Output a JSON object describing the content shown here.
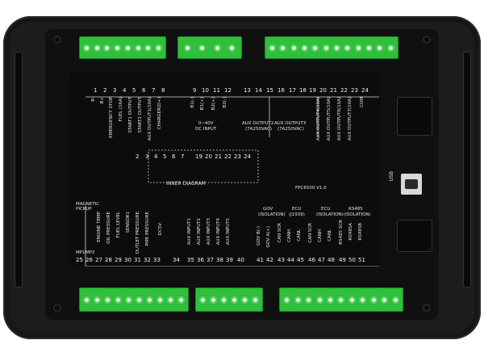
{
  "top_terminals": [
    "1",
    "2",
    "3",
    "4",
    "5",
    "6",
    "7",
    "8",
    "9",
    "10",
    "11",
    "12",
    "13",
    "14",
    "15",
    "16",
    "17",
    "18",
    "19",
    "20",
    "21",
    "22",
    "23",
    "24"
  ],
  "top_labels": [
    "B-",
    "B+",
    "EMERGENCY STOP",
    "FUEL (16A)",
    "START1 OUTPUT",
    "START2 OUTPUT",
    "AUX OUTPUT1(10A)",
    "CHARGER(D+)",
    "B1(-)",
    "B1(+)",
    "B2(+)",
    "B2(-)",
    "AUX OUTPUT2",
    "(7A250VAC)",
    "AUX OUTPUT3",
    "(7A250VAC)",
    "AUX OUTPUT4(10A)",
    "AUX OUTPUT5(10A)",
    "AUX OUTPUT6(10A)",
    "AUX OUTPUT7(10A)",
    "COM"
  ],
  "dc_input": "0~40V\nDC INPUT",
  "inner_diagram": {
    "title": "INNER DIAGRAM",
    "left": [
      "2",
      "3",
      "4",
      "5",
      "6",
      "7"
    ],
    "right": [
      "19",
      "20",
      "21",
      "22",
      "23",
      "24"
    ]
  },
  "model": "FPC6500 V1.0",
  "bottom_terminals": [
    "25",
    "26",
    "27",
    "28",
    "29",
    "30",
    "31",
    "32",
    "33",
    "34",
    "35",
    "36",
    "37",
    "38",
    "39",
    "40",
    "41",
    "42",
    "43",
    "44",
    "45",
    "46",
    "47",
    "48",
    "49",
    "50",
    "51"
  ],
  "bottom_labels": [
    "MAGNETIC PICKUP",
    "MP1",
    "MP2",
    "ENGINE TEMP",
    "OIL PRESSURE",
    "FUEL LEVEL",
    "SENSOR1",
    "OUTLET PRESSURE",
    "PIPE PRESSURE",
    "DC5V",
    "AUX INPUT1",
    "AUX INPUT2",
    "AUX INPUT3",
    "AUX INPUT4",
    "AUX INPUT5",
    "GOV B(-)",
    "GOV A(+)",
    "CAN SCR",
    "CANH",
    "CANL",
    "CAN SCR",
    "CANH",
    "CANL",
    "RS485 SCR",
    "RS485A",
    "RS485B"
  ],
  "groups": {
    "gov": "GOV",
    "gov_sub": "(ISOLATION)",
    "ecu1": "ECU",
    "ecu1_sub": "(J1939)",
    "ecu2": "ECU",
    "ecu2_sub": "(ISOLATION)",
    "rs485": "RS485",
    "rs485_sub": "(ISOLATION)"
  },
  "usb_label": "USB",
  "colors": {
    "terminal_green": "#2fbf3b",
    "housing": "#161616"
  }
}
